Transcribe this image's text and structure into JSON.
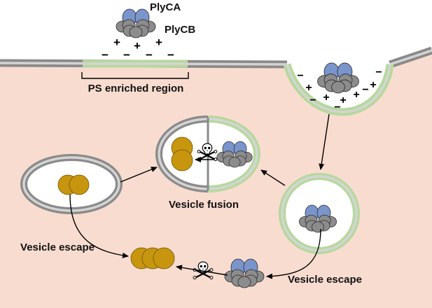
{
  "labels": {
    "plyca": "PlyCA",
    "plycb": "PlyCB",
    "ps_region": "PS enriched region",
    "vesicle_fusion": "Vesicle fusion",
    "vesicle_escape_left": "Vesicle escape",
    "vesicle_escape_right": "Vesicle escape"
  },
  "symbols": {
    "plus": "+",
    "minus": "−",
    "toxicity_icon": "skull-and-crossbones"
  },
  "colors": {
    "cytoplasm": "#f8dccf",
    "membrane_gray": "#8a8a8a",
    "membrane_light": "#d4d4d4",
    "ps_green": "#b5d99c",
    "plyca_blue": "#7a95cc",
    "plycb_gray": "#8c8c8c",
    "bacteria_gold": "#c8960e"
  }
}
